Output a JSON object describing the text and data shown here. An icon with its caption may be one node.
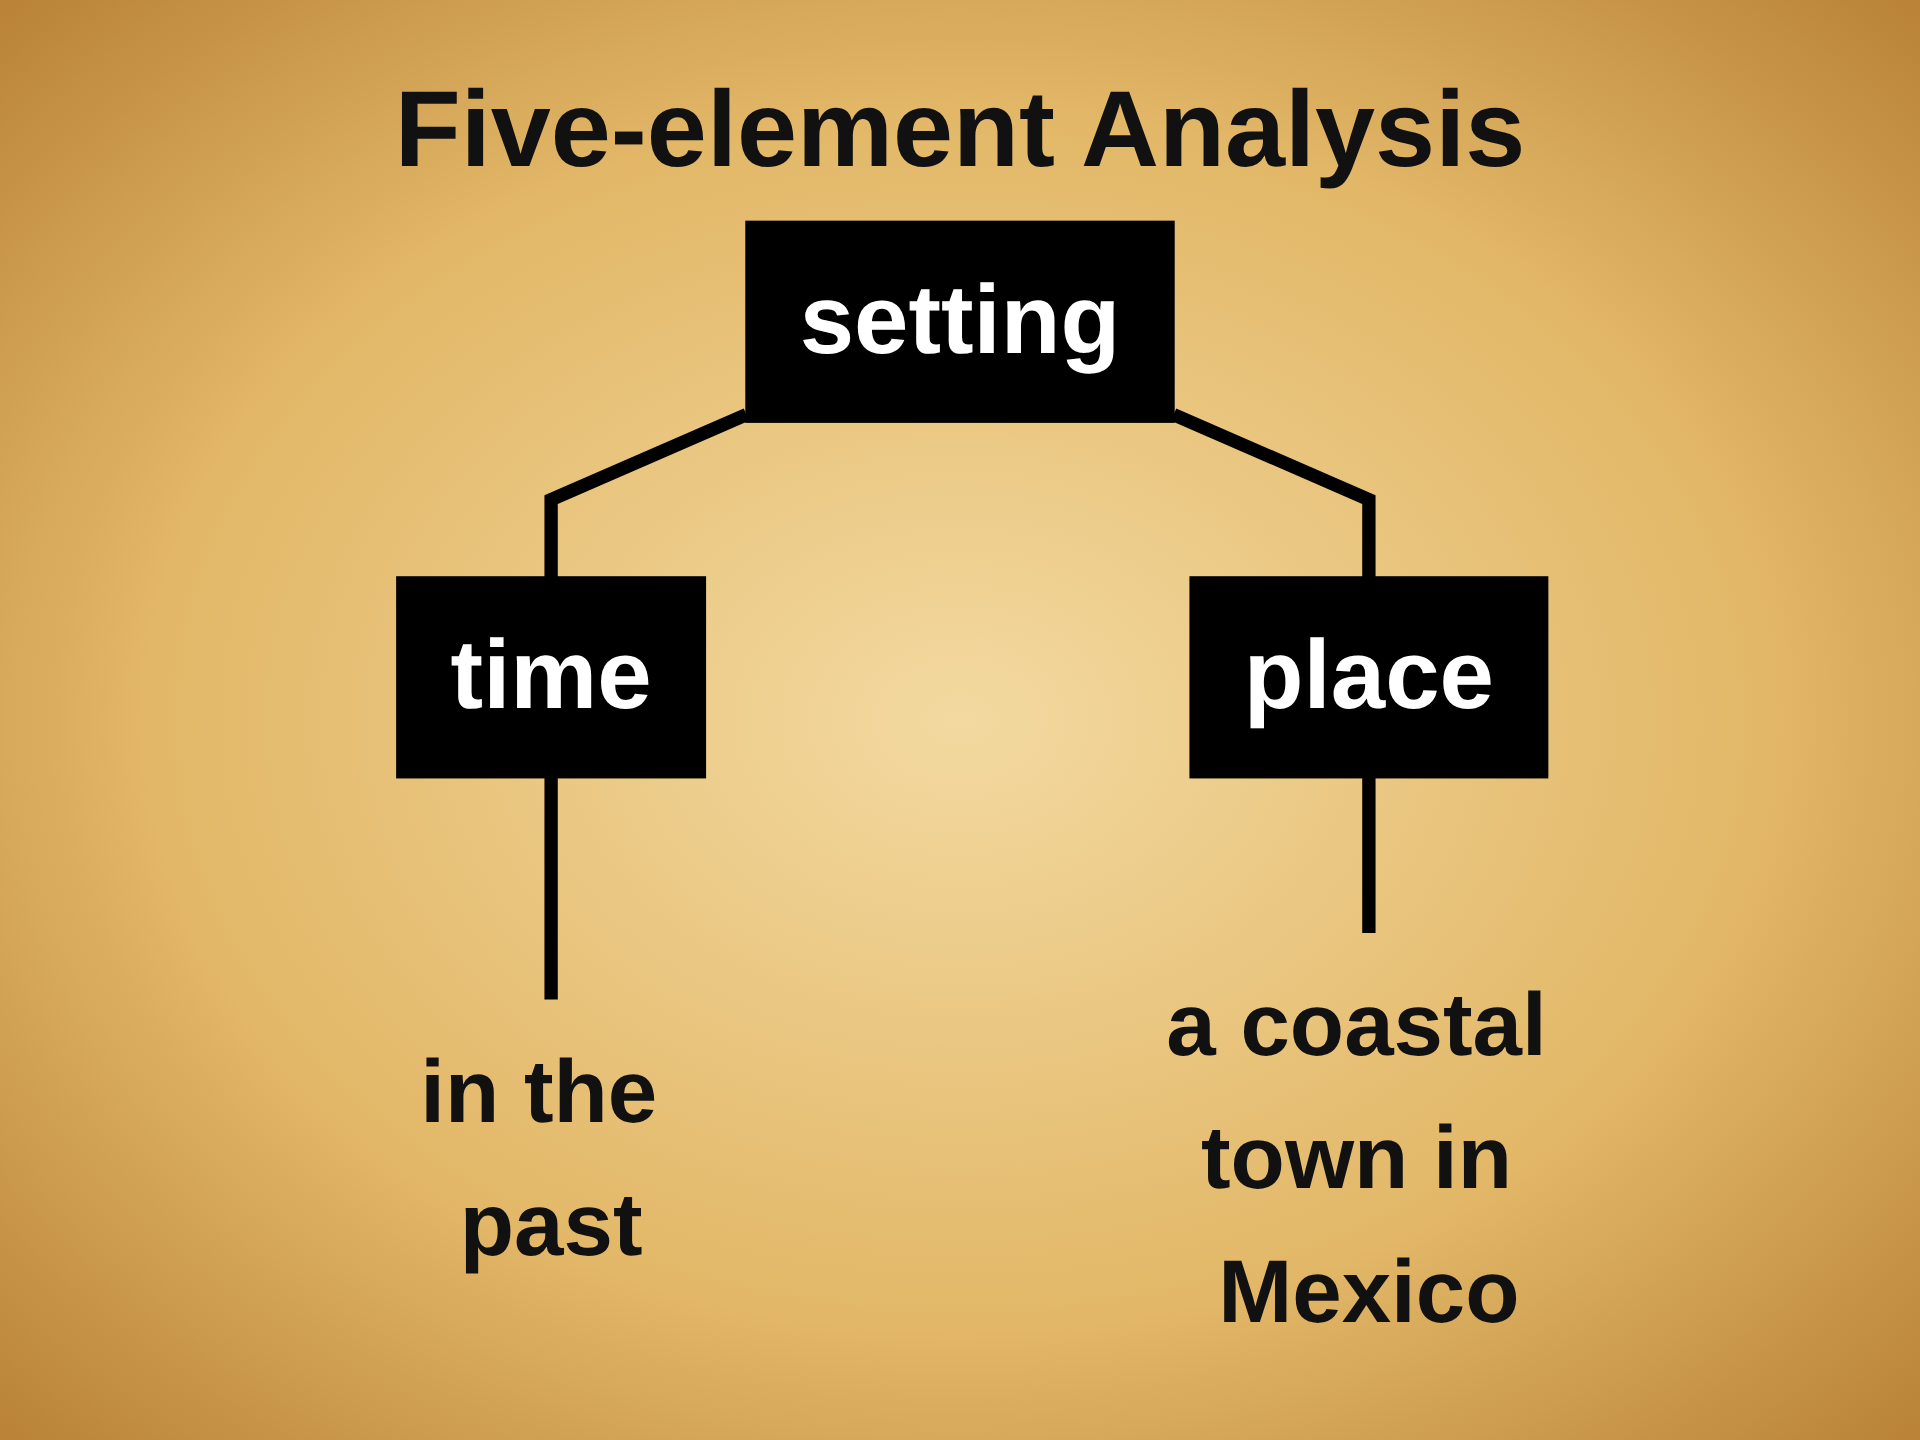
{
  "diagram": {
    "title": "Five-element Analysis",
    "nodes": [
      {
        "text": [
          "setting"
        ]
      },
      {
        "text": [
          "time"
        ]
      },
      {
        "text": [
          "place"
        ]
      },
      {
        "text": [
          "in the past"
        ]
      },
      {
        "text": [
          "a coastal town in Mexico"
        ]
      }
    ],
    "edges": [
      {
        "from": 0,
        "to": 1,
        "arrow": "none"
      },
      {
        "from": 0,
        "to": 2,
        "arrow": "none"
      },
      {
        "from": 1,
        "to": 3,
        "arrow": "none"
      },
      {
        "from": 2,
        "to": 4,
        "arrow": "none"
      }
    ]
  }
}
